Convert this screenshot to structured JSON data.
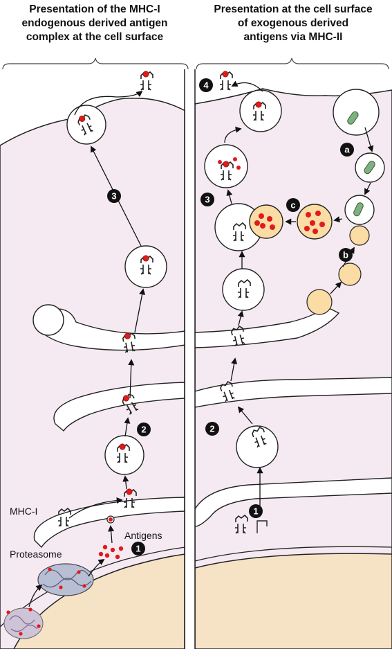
{
  "panels": {
    "left": {
      "title_lines": [
        "Presentation of the MHC-I",
        "endogenous derived antigen",
        "complex at the cell surface"
      ],
      "labels": {
        "mhc": "MHC-I",
        "proteasome": "Proteasome",
        "antigens": "Antigens"
      },
      "steps": [
        "1",
        "2",
        "3"
      ]
    },
    "right": {
      "title_lines": [
        "Presentation at the cell surface",
        "of exogenous derived",
        "antigens via MHC-II"
      ],
      "steps": [
        "1",
        "2",
        "3",
        "4"
      ],
      "letter_steps": [
        "a",
        "b",
        "c"
      ]
    }
  },
  "colors": {
    "cytoplasm": "#f5eaf1",
    "nucleus": "#f6e3c5",
    "vesicle_fill": "#ffffff",
    "antigen_red": "#e01b1b",
    "bacterium_green": "#7fb07f",
    "lysosome_fill": "#fbdca4",
    "outline": "#222222"
  }
}
